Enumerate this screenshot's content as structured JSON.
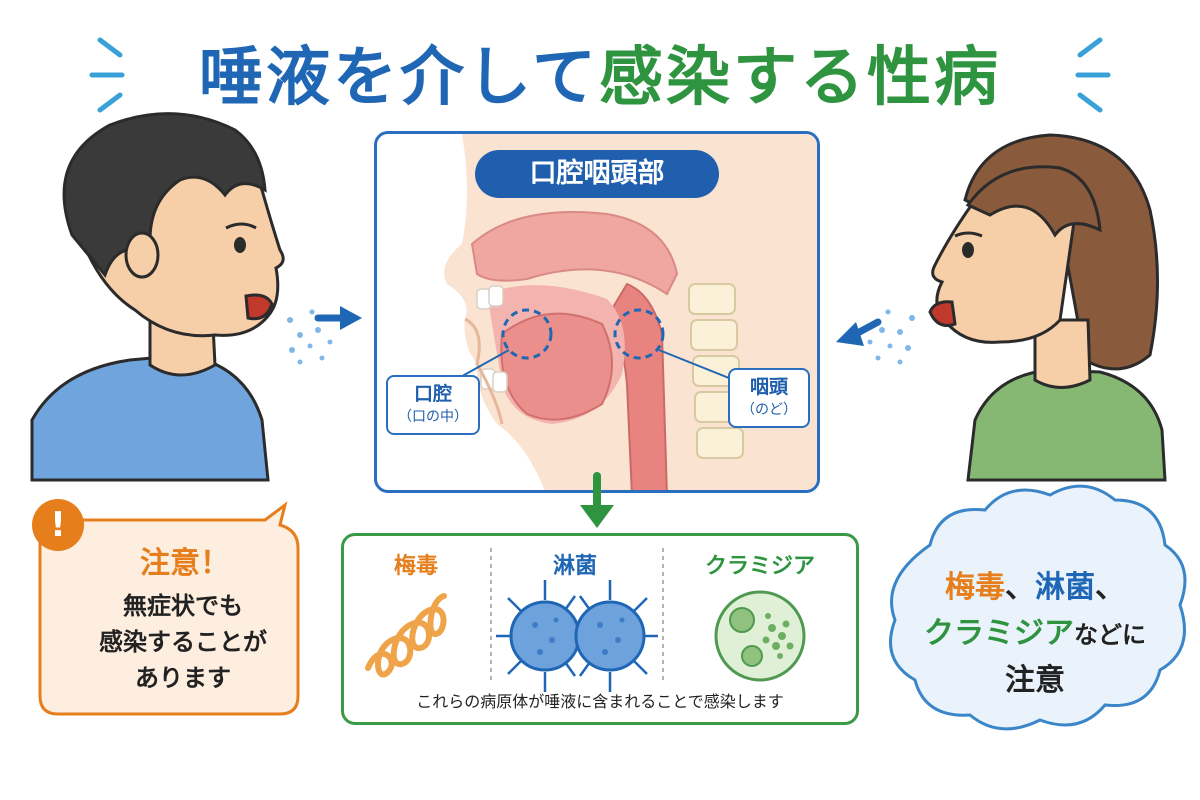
{
  "title": {
    "part1": "唾液を介して",
    "part2": "感染する性病"
  },
  "anatomy": {
    "header": "口腔咽頭部",
    "oral_label": "口腔",
    "oral_sub": "（口の中）",
    "pharynx_label": "咽頭",
    "pharynx_sub": "（のど）"
  },
  "pathogens": {
    "items": [
      {
        "name": "梅毒",
        "color": "#e67e1c"
      },
      {
        "name": "淋菌",
        "color": "#1f66b5"
      },
      {
        "name": "クラミジア",
        "color": "#2f9440"
      }
    ],
    "note": "これらの病原体が唾液に含まれることで感染します"
  },
  "warning": {
    "icon": "exclamation-icon",
    "title": "注意！",
    "line1": "無症状でも",
    "line2": "感染することが",
    "line3": "あります"
  },
  "cloud": {
    "syphilis": "梅毒",
    "sep1": "、",
    "gonorrhea": "淋菌",
    "sep2": "、",
    "chlamydia": "クラミジア",
    "tail": "などに",
    "line3": "注意"
  },
  "colors": {
    "blue": "#1f66b5",
    "green": "#2f9440",
    "orange": "#e67e1c"
  }
}
